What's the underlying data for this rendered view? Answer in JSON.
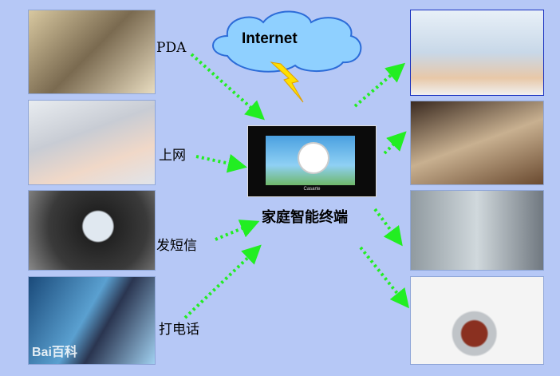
{
  "cloud_label": "Internet",
  "center": {
    "label": "家庭智能终端",
    "brand": "Casarte"
  },
  "left_labels": [
    "PDA",
    "上网",
    "发短信",
    "打电话"
  ],
  "watermark": "Bai百科",
  "colors": {
    "background": "#b6c8f6",
    "arrow": "#22ee22",
    "cloud": "#8fd0ff",
    "lightning": "#ffe000"
  }
}
